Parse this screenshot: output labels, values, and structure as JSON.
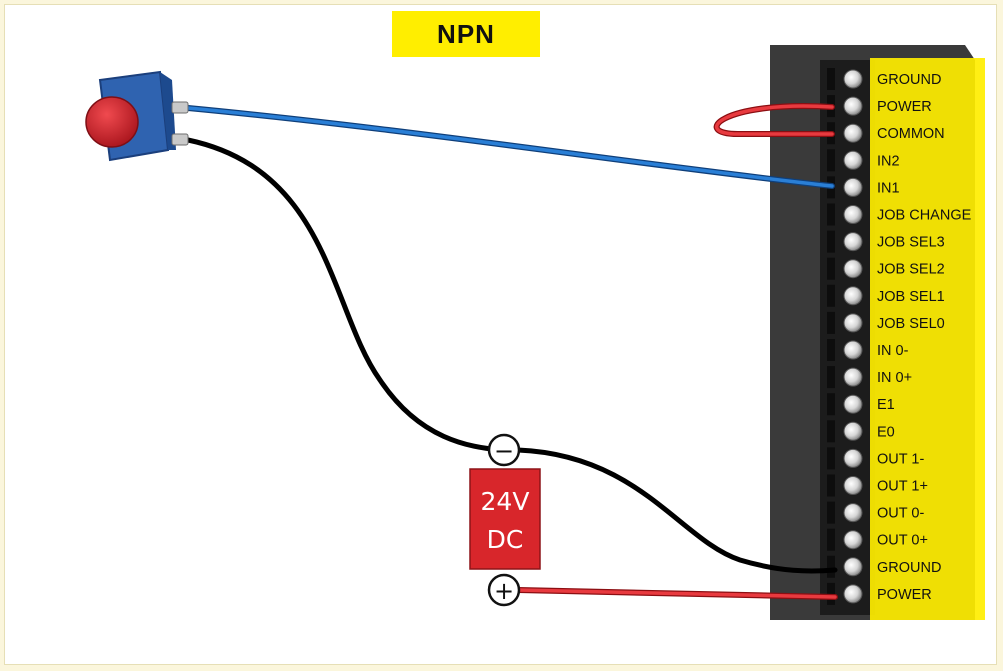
{
  "title": "NPN",
  "terminal_block": {
    "labels": [
      "GROUND",
      "POWER",
      "COMMON",
      "IN2",
      "IN1",
      "JOB CHANGE",
      "JOB SEL3",
      "JOB SEL2",
      "JOB SEL1",
      "JOB SEL0",
      "IN 0-",
      "IN 0+",
      "E1",
      "E0",
      "OUT 1-",
      "OUT 1+",
      "OUT 0-",
      "OUT 0+",
      "GROUND",
      "POWER"
    ],
    "highlight_color": "#ffee00"
  },
  "power_supply": {
    "voltage_label": "24V",
    "type_label": "DC",
    "negative_symbol": "−",
    "positive_symbol": "+",
    "body_color": "#d8262b"
  },
  "switch": {
    "icon": "pushbutton-switch-icon",
    "button_color": "#cc1f28",
    "base_color": "#2f63b0"
  },
  "wires": {
    "red": "#e3232a",
    "blue": "#1f6fc4",
    "black": "#1a1a1a"
  }
}
